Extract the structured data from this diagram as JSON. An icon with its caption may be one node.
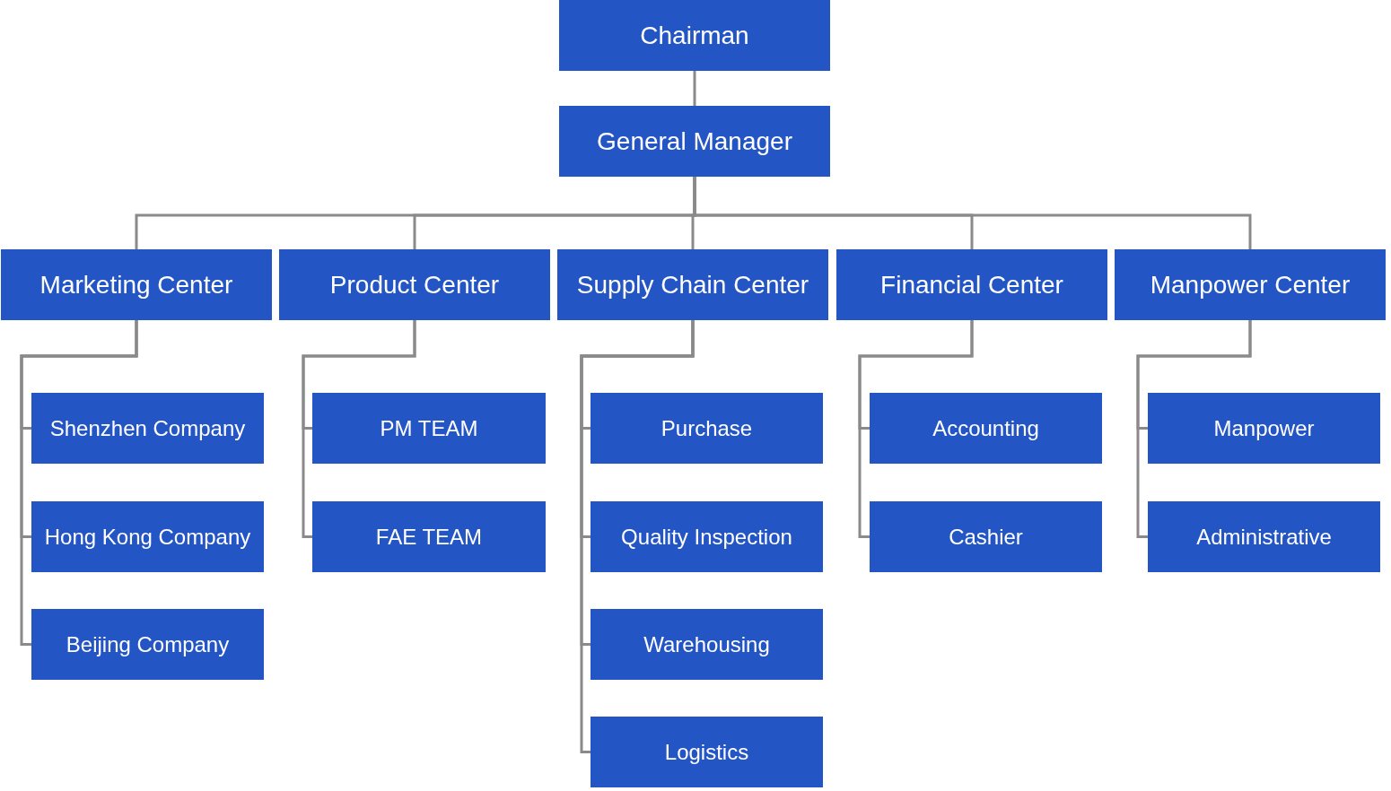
{
  "diagram": {
    "nodes": [
      {
        "text": [
          "Chairman"
        ]
      },
      {
        "text": [
          "General Manager"
        ]
      },
      {
        "text": [
          "Marketing Center"
        ]
      },
      {
        "text": [
          "Product Center"
        ]
      },
      {
        "text": [
          "Supply Chain Center"
        ]
      },
      {
        "text": [
          "Financial Center"
        ]
      },
      {
        "text": [
          "Manpower Center"
        ]
      },
      {
        "text": [
          "Shenzhen Company"
        ]
      },
      {
        "text": [
          "Hong Kong Company"
        ]
      },
      {
        "text": [
          "Beijing Company"
        ]
      },
      {
        "text": [
          "PM TEAM"
        ]
      },
      {
        "text": [
          "FAE TEAM"
        ]
      },
      {
        "text": [
          "Purchase"
        ]
      },
      {
        "text": [
          "Quality Inspection"
        ]
      },
      {
        "text": [
          "Warehousing"
        ]
      },
      {
        "text": [
          "Logistics"
        ]
      },
      {
        "text": [
          "Accounting"
        ]
      },
      {
        "text": [
          "Cashier"
        ]
      },
      {
        "text": [
          "Manpower"
        ]
      },
      {
        "text": [
          "Administrative"
        ]
      }
    ],
    "edges": [
      {
        "from": 0,
        "to": 1,
        "arrow": "none"
      },
      {
        "from": 1,
        "to": 2,
        "arrow": "none"
      },
      {
        "from": 1,
        "to": 3,
        "arrow": "none"
      },
      {
        "from": 1,
        "to": 4,
        "arrow": "none"
      },
      {
        "from": 1,
        "to": 5,
        "arrow": "none"
      },
      {
        "from": 1,
        "to": 6,
        "arrow": "none"
      },
      {
        "from": 2,
        "to": 7,
        "arrow": "none"
      },
      {
        "from": 2,
        "to": 8,
        "arrow": "none"
      },
      {
        "from": 2,
        "to": 9,
        "arrow": "none"
      },
      {
        "from": 3,
        "to": 10,
        "arrow": "none"
      },
      {
        "from": 3,
        "to": 11,
        "arrow": "none"
      },
      {
        "from": 4,
        "to": 12,
        "arrow": "none"
      },
      {
        "from": 4,
        "to": 13,
        "arrow": "none"
      },
      {
        "from": 4,
        "to": 14,
        "arrow": "none"
      },
      {
        "from": 4,
        "to": 15,
        "arrow": "none"
      },
      {
        "from": 5,
        "to": 16,
        "arrow": "none"
      },
      {
        "from": 5,
        "to": 17,
        "arrow": "none"
      },
      {
        "from": 6,
        "to": 18,
        "arrow": "none"
      },
      {
        "from": 6,
        "to": 19,
        "arrow": "none"
      }
    ]
  }
}
